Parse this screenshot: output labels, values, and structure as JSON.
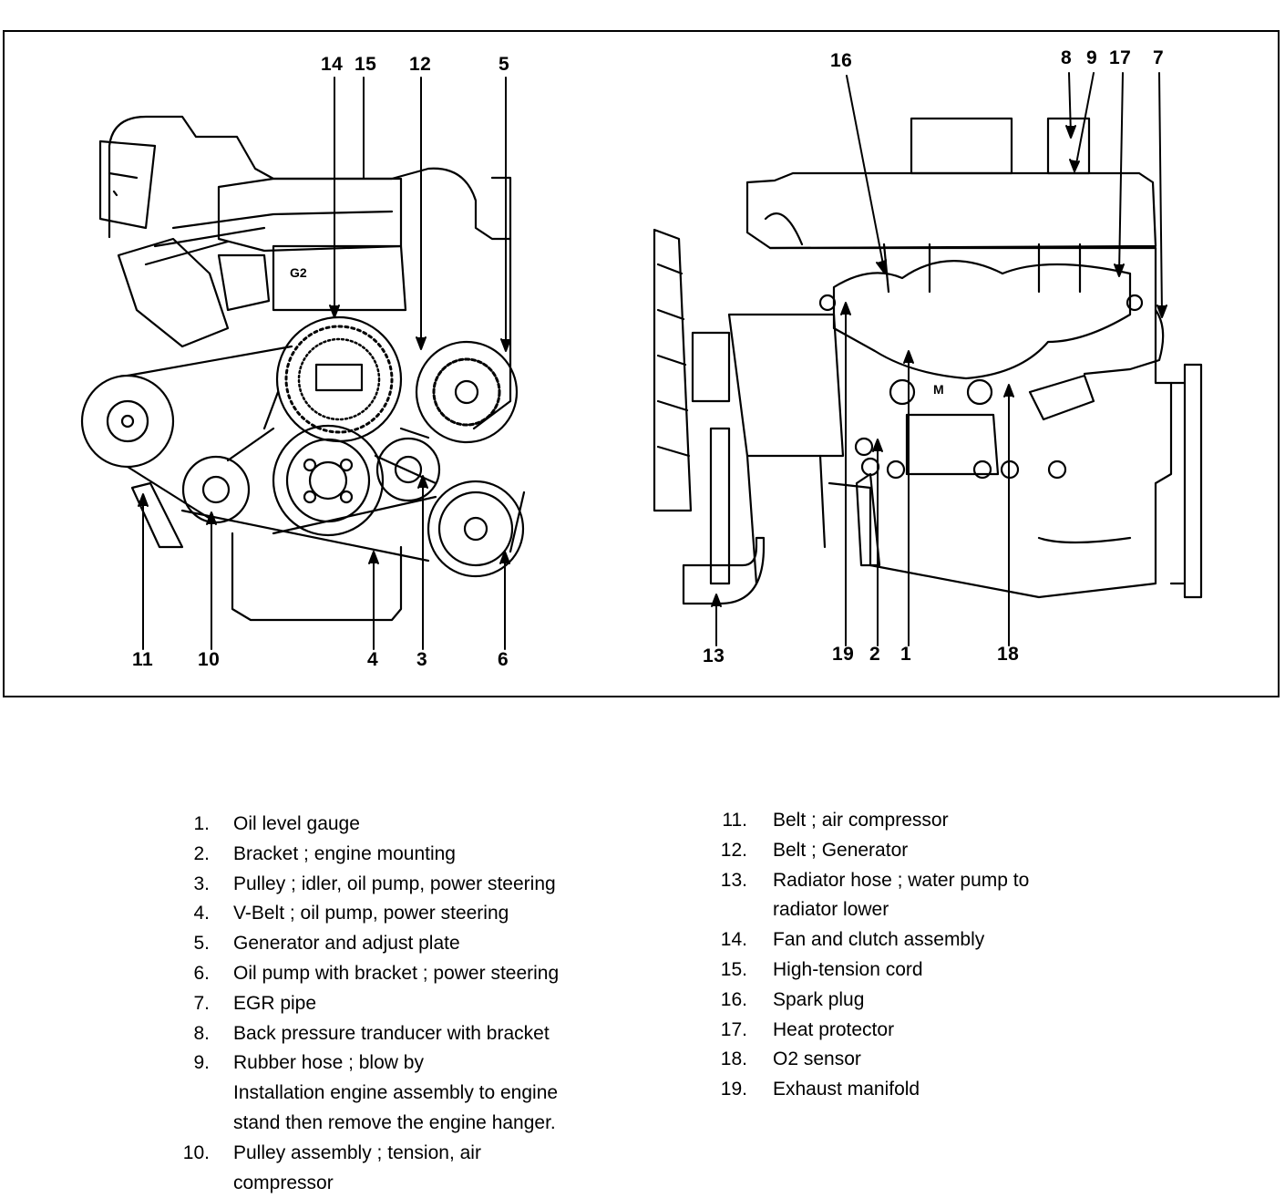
{
  "callouts": {
    "left": [
      "14",
      "15",
      "12",
      "5",
      "11",
      "10",
      "4",
      "3",
      "6"
    ],
    "right": [
      "16",
      "8",
      "9",
      "17",
      "7",
      "13",
      "19",
      "2",
      "1",
      "18"
    ]
  },
  "legend": {
    "left": [
      {
        "num": "1.",
        "lines": [
          "Oil level gauge"
        ]
      },
      {
        "num": "2.",
        "lines": [
          "Bracket ; engine mounting"
        ]
      },
      {
        "num": "3.",
        "lines": [
          "Pulley ; idler, oil pump, power steering"
        ]
      },
      {
        "num": "4.",
        "lines": [
          "V-Belt ; oil pump, power steering"
        ]
      },
      {
        "num": "5.",
        "lines": [
          "Generator and adjust plate"
        ]
      },
      {
        "num": "6.",
        "lines": [
          "Oil pump with bracket ; power steering"
        ]
      },
      {
        "num": "7.",
        "lines": [
          "EGR pipe"
        ]
      },
      {
        "num": "8.",
        "lines": [
          "Back pressure tranducer with bracket"
        ]
      },
      {
        "num": "9.",
        "lines": [
          "Rubber hose ; blow by",
          "Installation engine assembly to engine",
          "stand then remove the engine hanger."
        ]
      },
      {
        "num": "10.",
        "lines": [
          "Pulley assembly ; tension, air",
          "compressor"
        ]
      }
    ],
    "right": [
      {
        "num": "11.",
        "lines": [
          "Belt ; air compressor"
        ]
      },
      {
        "num": "12.",
        "lines": [
          "Belt ; Generator"
        ]
      },
      {
        "num": "13.",
        "lines": [
          "Radiator hose ; water pump to",
          "radiator lower"
        ]
      },
      {
        "num": "14.",
        "lines": [
          "Fan and clutch assembly"
        ]
      },
      {
        "num": "15.",
        "lines": [
          "High-tension cord"
        ]
      },
      {
        "num": "16.",
        "lines": [
          "Spark plug"
        ]
      },
      {
        "num": "17.",
        "lines": [
          "Heat protector"
        ]
      },
      {
        "num": "18.",
        "lines": [
          "O2 sensor"
        ]
      },
      {
        "num": "19.",
        "lines": [
          "Exhaust manifold"
        ]
      }
    ]
  }
}
